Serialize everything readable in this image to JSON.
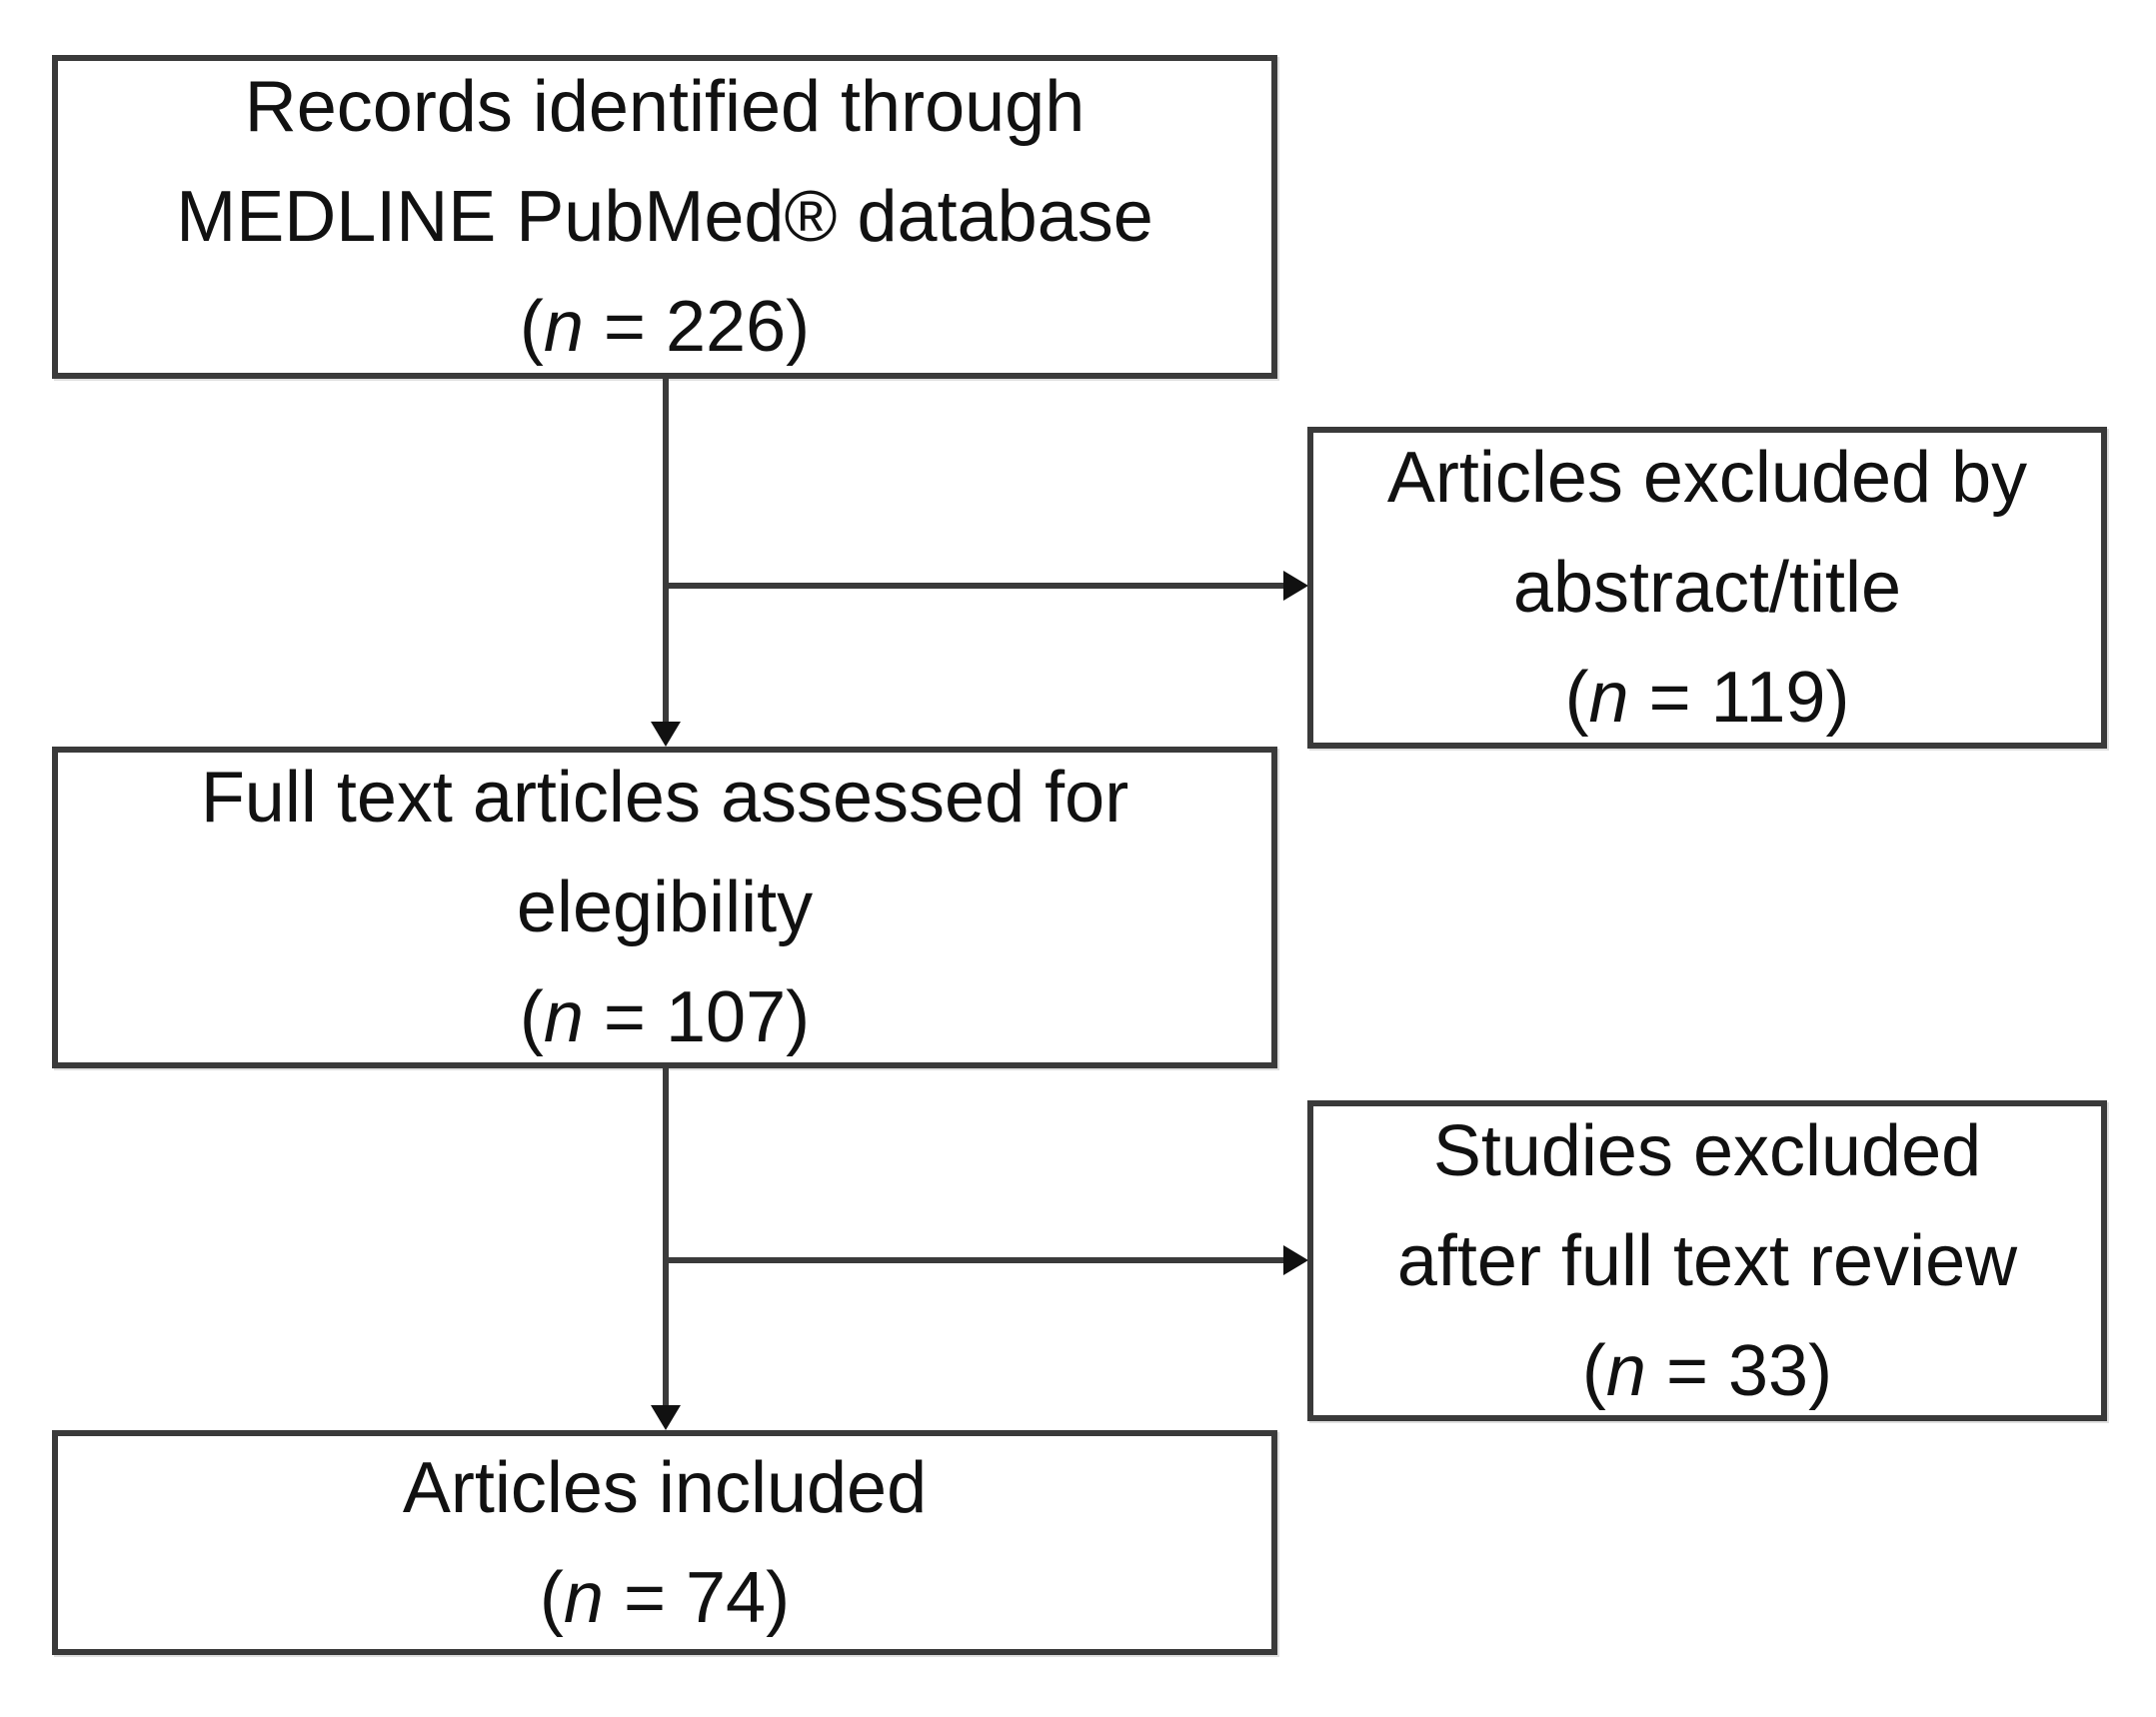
{
  "figure": {
    "type": "flow-diagram",
    "background_color": "#ffffff",
    "box_border_color": "#3a3a3a",
    "connector_color": "#3a3a3a",
    "arrowhead_color": "#111111",
    "text_color": "#111111",
    "boxes": {
      "records": {
        "line1": "Records identified through",
        "line2": "MEDLINE PubMed® database",
        "count": {
          "prefix": "(",
          "symbol": "n",
          "equals": " = ",
          "value": "226",
          "suffix": ")"
        }
      },
      "excluded_abstract": {
        "line1": "Articles excluded by",
        "line2": "abstract/title",
        "count": {
          "prefix": "(",
          "symbol": "n",
          "equals": " = ",
          "value": "119",
          "suffix": ")"
        }
      },
      "fulltext": {
        "line1": "Full text articles assessed for",
        "line2": "elegibility",
        "count": {
          "prefix": "(",
          "symbol": "n",
          "equals": " = ",
          "value": "107",
          "suffix": ")"
        }
      },
      "excluded_review": {
        "line1": "Studies excluded",
        "line2": "after full text review",
        "count": {
          "prefix": "(",
          "symbol": "n",
          "equals": " = ",
          "value": "33",
          "suffix": ")"
        }
      },
      "included": {
        "line1": "Articles included",
        "count": {
          "prefix": "(",
          "symbol": "n",
          "equals": " = ",
          "value": "74",
          "suffix": ")"
        }
      }
    },
    "flow": {
      "main_path": [
        "records",
        "fulltext",
        "included"
      ],
      "branches": [
        {
          "from": "records",
          "to": "excluded_abstract"
        },
        {
          "from": "fulltext",
          "to": "excluded_review"
        }
      ]
    }
  }
}
